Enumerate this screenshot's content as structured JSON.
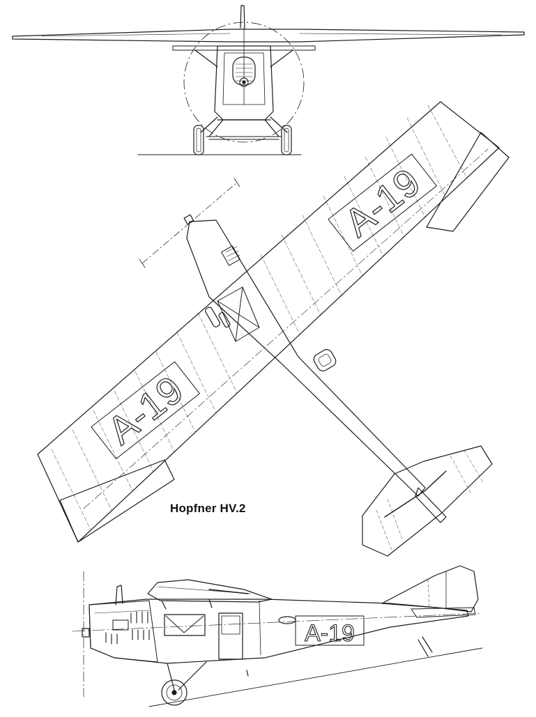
{
  "title": "Hopfner HV.2",
  "registration": "A-19",
  "views": {
    "front": "front-view",
    "top": "top-view",
    "side": "side-view"
  },
  "colors": {
    "ink": "#1a1a1a",
    "paper": "#ffffff"
  }
}
